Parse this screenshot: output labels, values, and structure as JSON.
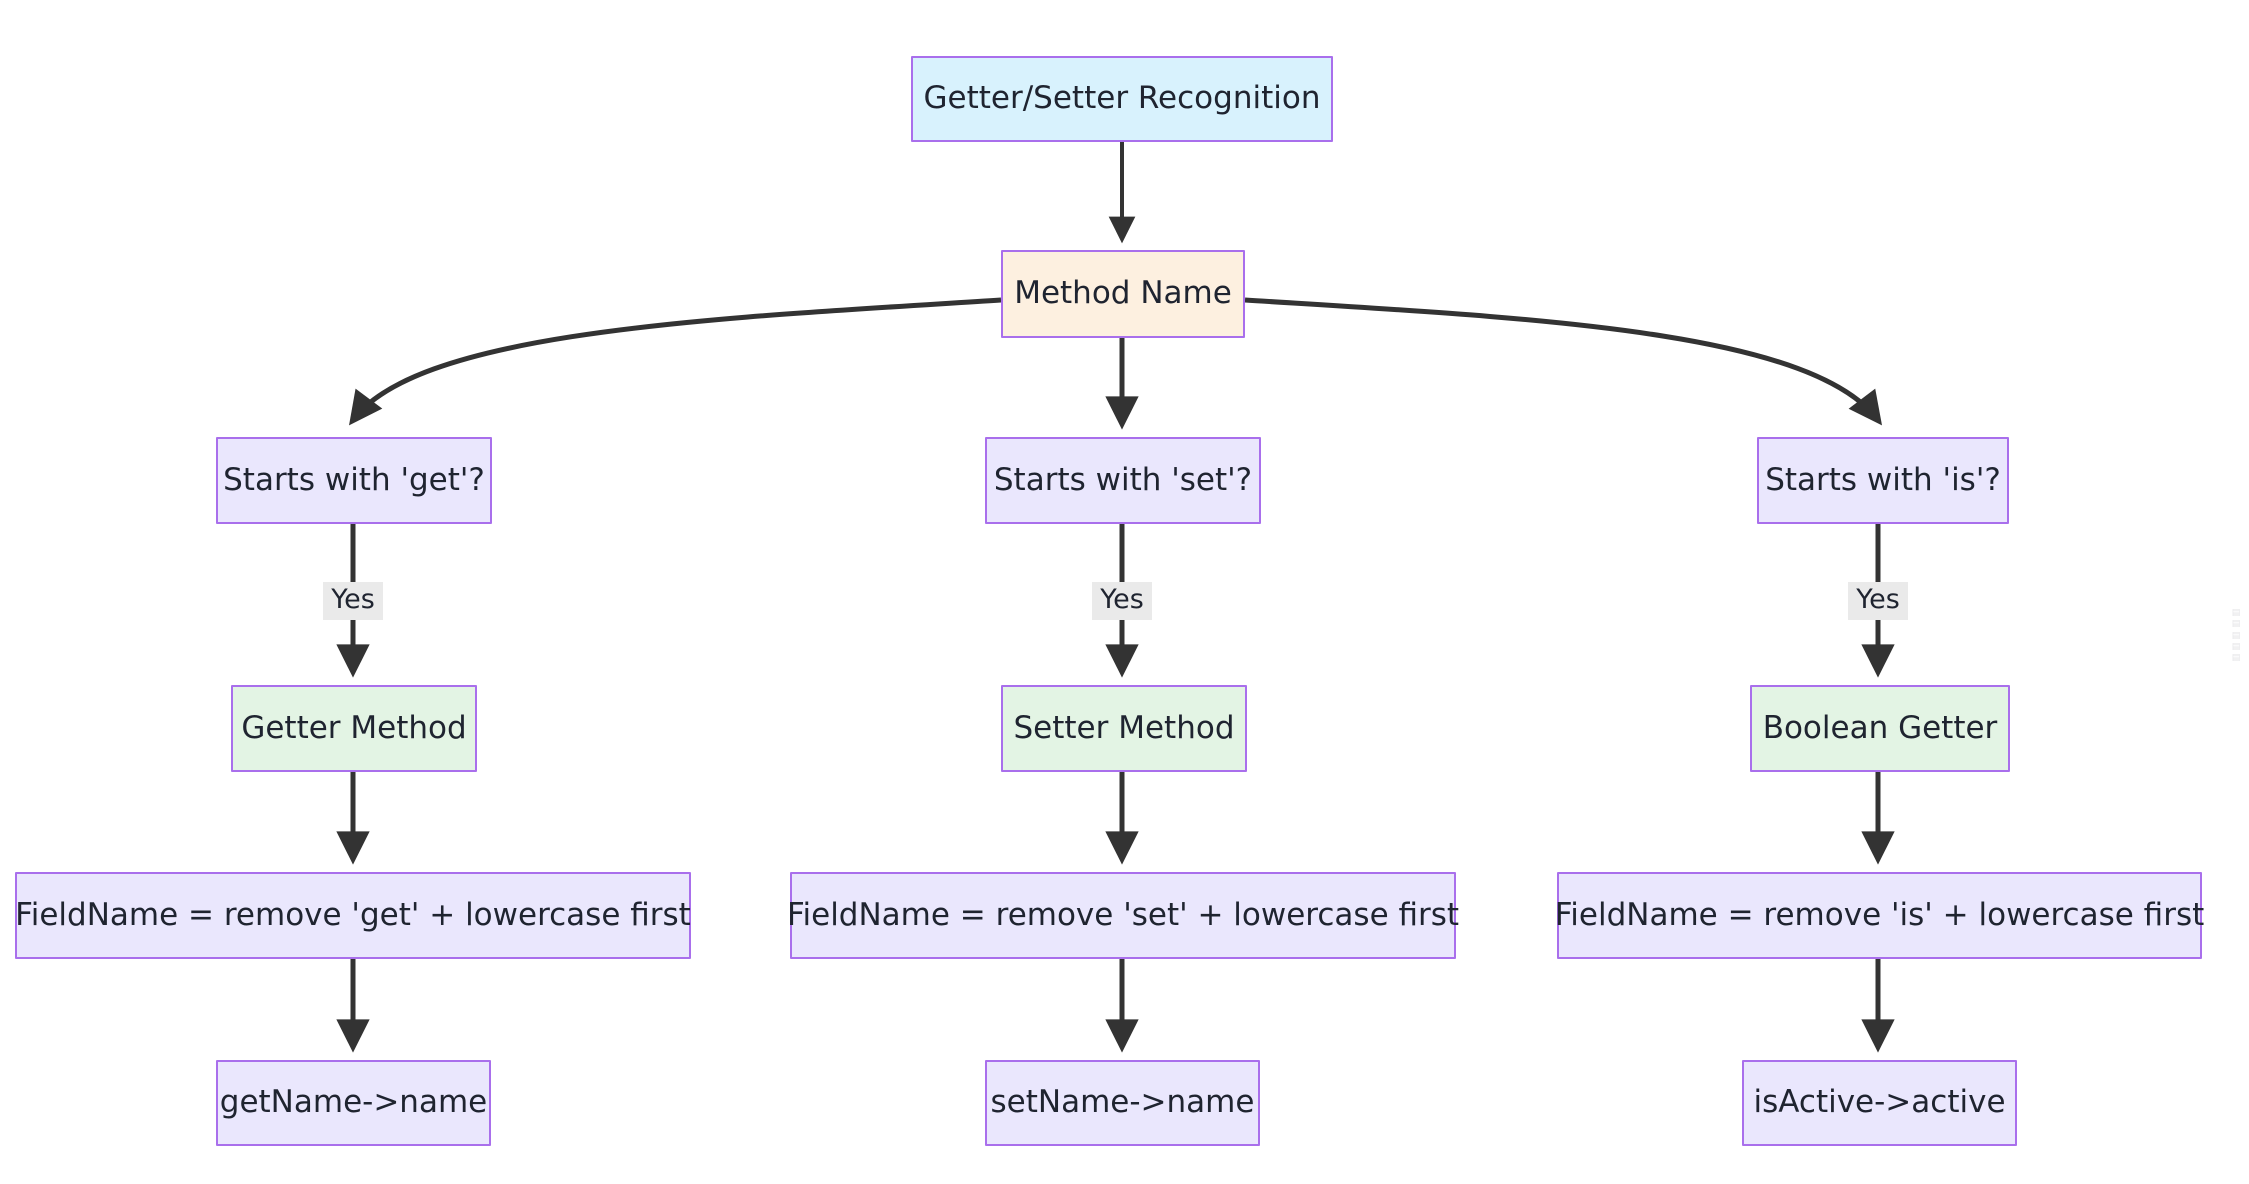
{
  "diagram": {
    "title": "Getter/Setter Recognition",
    "type": "flowchart",
    "background": "#ffffff",
    "colors": {
      "node_border": "#a96fec",
      "title_fill": "#d8f2fd",
      "accent_fill": "#fdf0e0",
      "lavender_fill": "#eae7fd",
      "green_fill": "#e3f4e4",
      "edge_stroke": "#333333",
      "edge_label_bg": "#eaeaea",
      "text": "#1f2430"
    },
    "nodes": {
      "title": "Getter/Setter Recognition",
      "method_name": "Method Name",
      "check_get": "Starts with 'get'?",
      "check_set": "Starts with 'set'?",
      "check_is": "Starts with 'is'?",
      "getter_method": "Getter Method",
      "setter_method": "Setter Method",
      "boolean_getter": "Boolean Getter",
      "field_get": "FieldName = remove 'get' + lowercase first",
      "field_set": "FieldName = remove 'set' + lowercase first",
      "field_is": "FieldName = remove 'is' + lowercase first",
      "example_get": "getName->name",
      "example_set": "setName->name",
      "example_is": "isActive->active"
    },
    "edge_labels": {
      "yes_get": "Yes",
      "yes_set": "Yes",
      "yes_is": "Yes"
    },
    "watermark": "▤\n▤\n▤\n▤\n▤"
  }
}
